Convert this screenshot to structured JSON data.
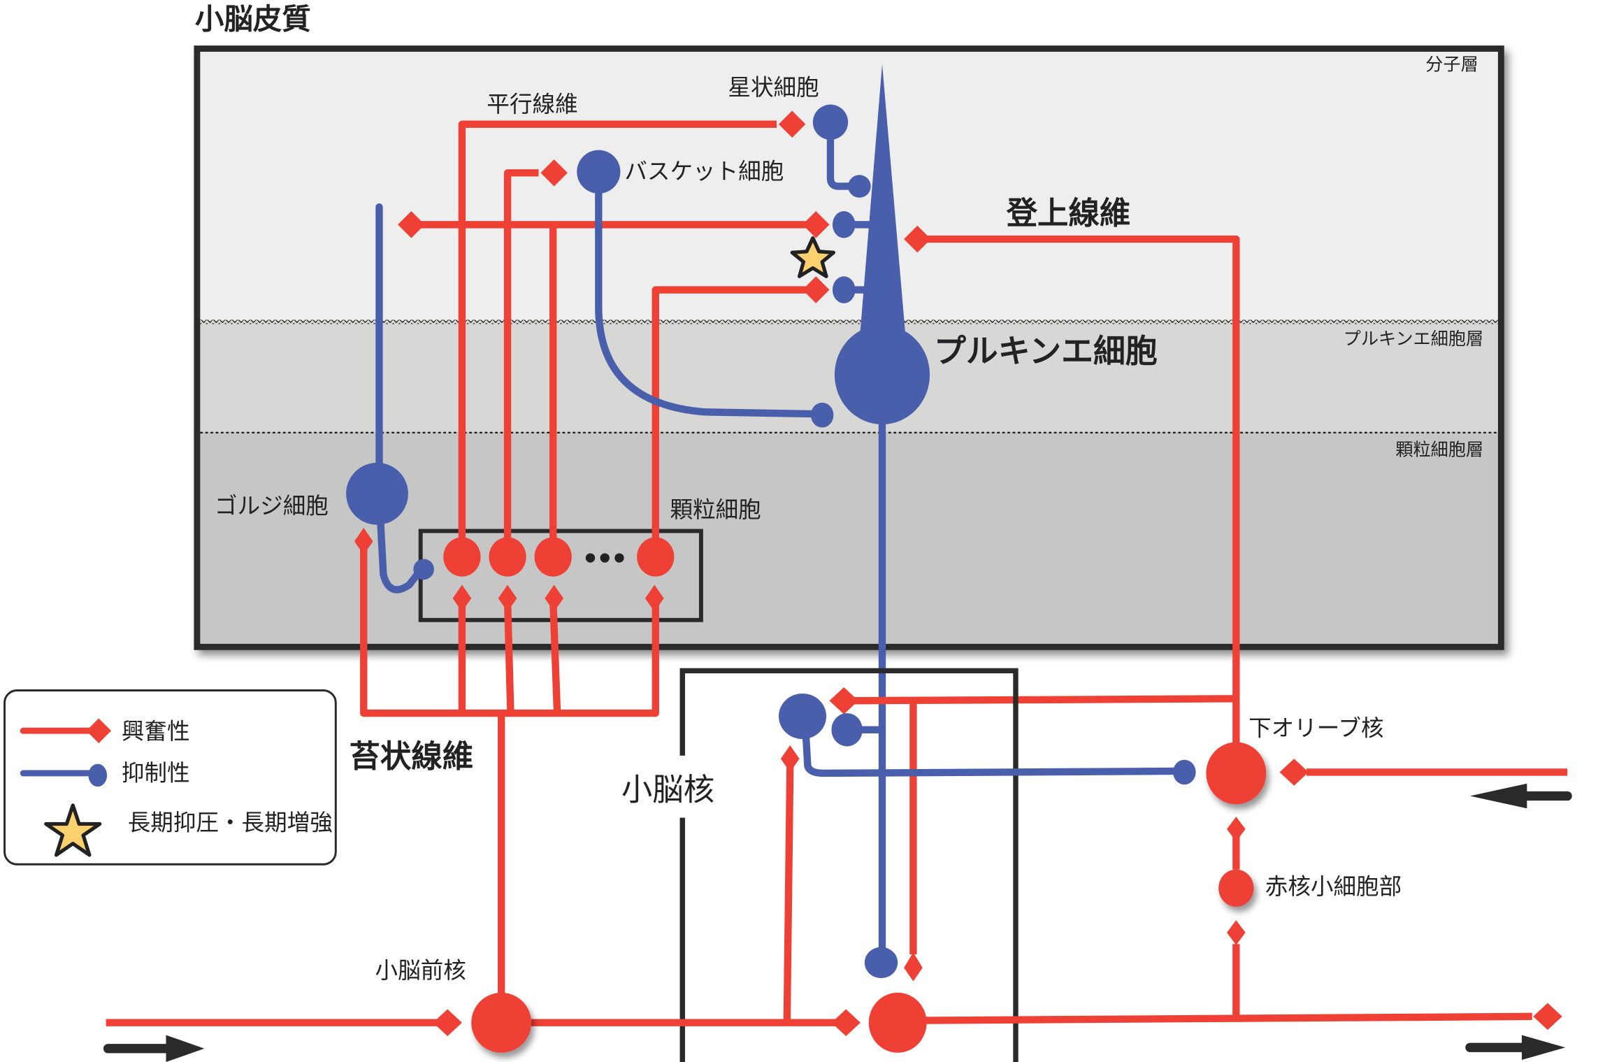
{
  "title": "小脳皮質",
  "layers": {
    "molecular": "分子層",
    "purkinje": "プルキンエ細胞層",
    "granular": "顆粒細胞層"
  },
  "cells": {
    "parallel_fiber": "平行線維",
    "stellate": "星状細胞",
    "basket": "バスケット細胞",
    "climbing_fiber": "登上線維",
    "purkinje": "プルキンエ細胞",
    "golgi": "ゴルジ細胞",
    "granule": "顆粒細胞",
    "granule_more": "•••",
    "mossy_fiber": "苔状線維",
    "cerebellar_nucleus": "小脳核",
    "inferior_olive": "下オリーブ核",
    "red_nucleus": "赤核小細胞部",
    "precerebellar_nucleus": "小脳前核"
  },
  "legend": {
    "excitatory": "興奮性",
    "inhibitory": "抑制性",
    "plasticity": "長期抑圧・長期増強"
  },
  "colors": {
    "excitatory": "#ee4035",
    "inhibitory": "#4a5fab",
    "plasticity_star": "#fbd06e",
    "molecular_layer": "#eeeeee",
    "purkinje_layer": "#d7d7d5",
    "granular_layer": "#c6c6c6"
  }
}
